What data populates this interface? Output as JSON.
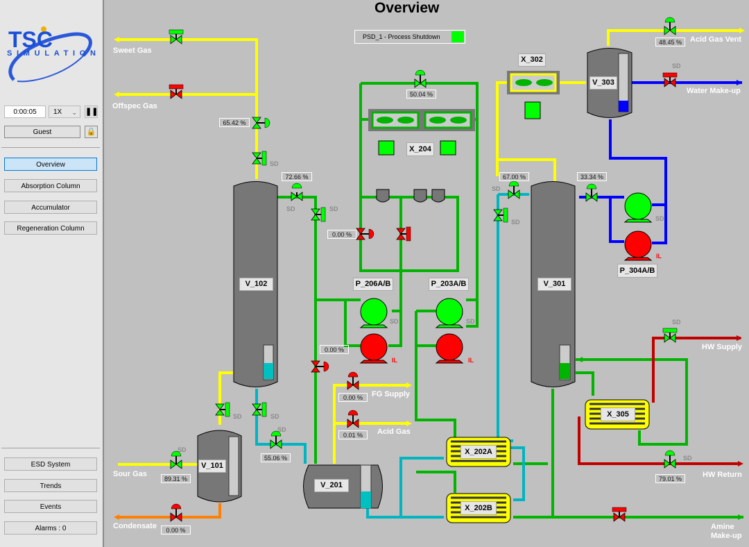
{
  "app": {
    "title": "Overview",
    "logo_top": "TSC",
    "logo_bottom": "SIMULATION"
  },
  "sim": {
    "time": "0:00:05",
    "speed": "1X",
    "pause_icon": "pause-icon",
    "user": "Guest",
    "lock_icon": "lock-icon"
  },
  "nav": {
    "items": [
      {
        "label": "Overview",
        "active": true
      },
      {
        "label": "Absorption Column",
        "active": false
      },
      {
        "label": "Accumulator",
        "active": false
      },
      {
        "label": "Regeneration Column",
        "active": false
      }
    ]
  },
  "bottom_nav": {
    "items": [
      {
        "label": "ESD System"
      },
      {
        "label": "Trends"
      },
      {
        "label": "Events"
      },
      {
        "label": "Alarms : 0"
      }
    ]
  },
  "psd": {
    "label": "PSD_1 - Process Shutdown",
    "status_color": "#00ff00"
  },
  "streams": {
    "sweet_gas": "Sweet Gas",
    "offspec_gas": "Offspec Gas",
    "sour_gas": "Sour Gas",
    "condensate": "Condensate",
    "fg_supply": "FG Supply",
    "acid_gas": "Acid Gas",
    "acid_gas_vent": "Acid Gas Vent",
    "water_makeup": "Water Make-up",
    "hw_supply": "HW Supply",
    "hw_return": "HW Return",
    "amine_makeup_1": "Amine",
    "amine_makeup_2": "Make-up"
  },
  "valve_openings": {
    "v102_overhead": "65.42 %",
    "v102_to_v201": "72.66 %",
    "cooler_bypass": "50.04 %",
    "p206_recycle": "0.00 %",
    "v102_bottom_return": "0.00 %",
    "fg_supply": "0.00 %",
    "acid_gas": "0.01 %",
    "v102_bottoms": "55.06 %",
    "sour_gas": "89.31 %",
    "condensate": "0.00 %",
    "acid_gas_vent": "48.45 %",
    "v301_feed": "67.00 %",
    "v303_reflux": "33.34 %",
    "hw_return": "79.01 %"
  },
  "equipment": {
    "v101": "V_101",
    "v102": "V_102",
    "v201": "V_201",
    "v301": "V_301",
    "v303": "V_303",
    "x202a": "X_202A",
    "x202b": "X_202B",
    "x204": "X_204",
    "x302": "X_302",
    "x305": "X_305",
    "p206": "P_206A/B",
    "p203": "P_203A/B",
    "p304": "P_304A/B"
  },
  "flags": {
    "sd": "SD",
    "il": "IL"
  },
  "colors": {
    "gas": "#ffff00",
    "lean_amine": "#00b400",
    "rich_amine": "#00b4c0",
    "water": "#0000ff",
    "hot_water": "#c00000",
    "condensate": "#ff8000",
    "running": "#00ff00",
    "stopped": "#ff0000",
    "vessel": "#777777"
  }
}
